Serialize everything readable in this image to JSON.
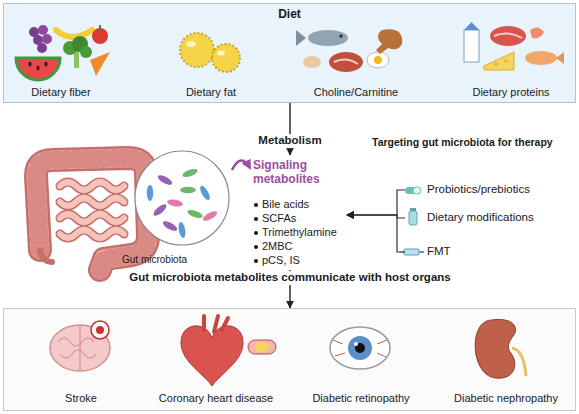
{
  "diagram": {
    "nodes": [
      {
        "text": [
          "Diet"
        ]
      },
      {
        "text": [
          "Dietary fiber"
        ],
        "in": 0
      },
      {
        "text": [
          "Dietary fat"
        ],
        "in": 0
      },
      {
        "text": [
          "Choline/Carnitine"
        ],
        "in": 0
      },
      {
        "text": [
          "Dietary proteins"
        ],
        "in": 0
      },
      {
        "text": [
          "Gut microbiota"
        ]
      },
      {
        "text": [
          "Signaling metabolites",
          "Bile acids",
          "SCFAs",
          "Trimethylamine",
          "2MBC",
          "pCS, IS"
        ]
      },
      {
        "text": [
          "Probiotics/prebiotics"
        ]
      },
      {
        "text": [
          "Dietary modifications"
        ]
      },
      {
        "text": [
          "FMT"
        ]
      },
      {
        "text": []
      },
      {
        "text": [
          "Stroke"
        ],
        "in": 10
      },
      {
        "text": [
          "Coronary heart disease"
        ],
        "in": 10
      },
      {
        "text": [
          "Diabetic retinopathy"
        ],
        "in": 10
      },
      {
        "text": [
          "Diabetic nephropathy"
        ],
        "in": 10
      }
    ],
    "edges": [
      {
        "from": 0,
        "to": 6,
        "label": "Metabolism",
        "arrow": "to"
      },
      {
        "from": 5,
        "to": 6,
        "arrow": "to"
      },
      {
        "from": 7,
        "to": 6,
        "arrow": "to"
      },
      {
        "from": 8,
        "to": 6,
        "arrow": "to"
      },
      {
        "from": 9,
        "to": 6,
        "arrow": "to"
      },
      {
        "from": 6,
        "to": 10,
        "label": "Gut microbiota metabolites communicate with host organs",
        "arrow": "to"
      }
    ],
    "labels": [
      "Targeting gut microbiota for therapy"
    ]
  }
}
